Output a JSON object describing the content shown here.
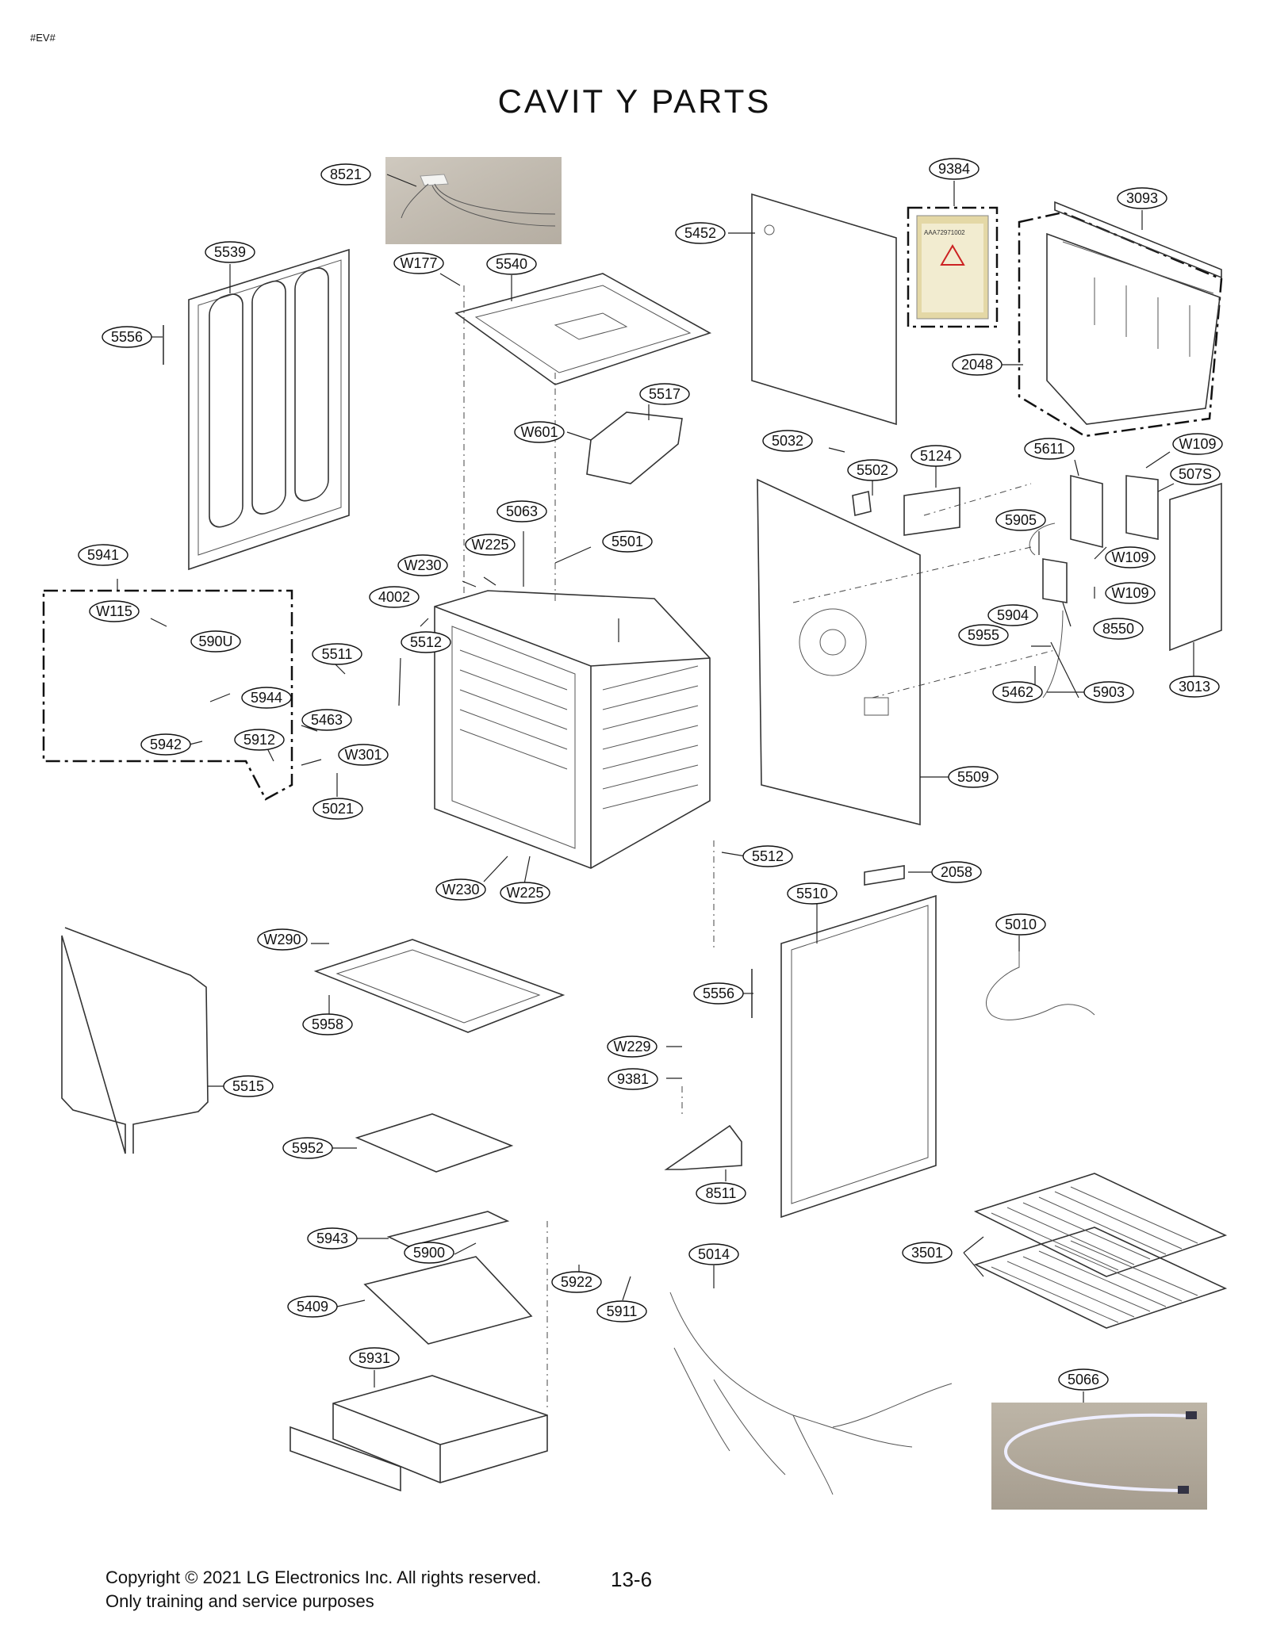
{
  "header": {
    "tag": "#EV#",
    "title": "CAVIT Y PARTS"
  },
  "footer": {
    "copyright": "Copyright © 2021 LG Electronics Inc. All rights reserved.",
    "note": "Only training and service purposes",
    "page": "13-6"
  },
  "part_labels": [
    "8521",
    "9384",
    "3093",
    "5539",
    "W177",
    "5540",
    "5452",
    "5556",
    "2048",
    "5517",
    "W601",
    "5032",
    "5502",
    "5124",
    "5611",
    "W109",
    "507S",
    "5063",
    "5501",
    "5905",
    "5941",
    "W225",
    "W230",
    "W109",
    "W109",
    "W115",
    "4002",
    "5512",
    "5904",
    "8550",
    "590U",
    "5955",
    "5511",
    "5944",
    "5462",
    "5903",
    "3013",
    "5463",
    "5942",
    "5912",
    "W301",
    "5509",
    "5021",
    "5512",
    "2058",
    "W230",
    "W225",
    "5510",
    "5010",
    "W290",
    "5556",
    "5958",
    "W229",
    "9381",
    "5515",
    "5952",
    "8511",
    "5943",
    "3501",
    "5900",
    "5014",
    "5922",
    "5911",
    "5409",
    "5066",
    "5931"
  ],
  "photo_labels": {
    "sticker_code": "AAA72971002"
  },
  "colors": {
    "line": "#333333",
    "photo_bg": "#b9b2a6",
    "wood_bg": "#b7aea0"
  }
}
